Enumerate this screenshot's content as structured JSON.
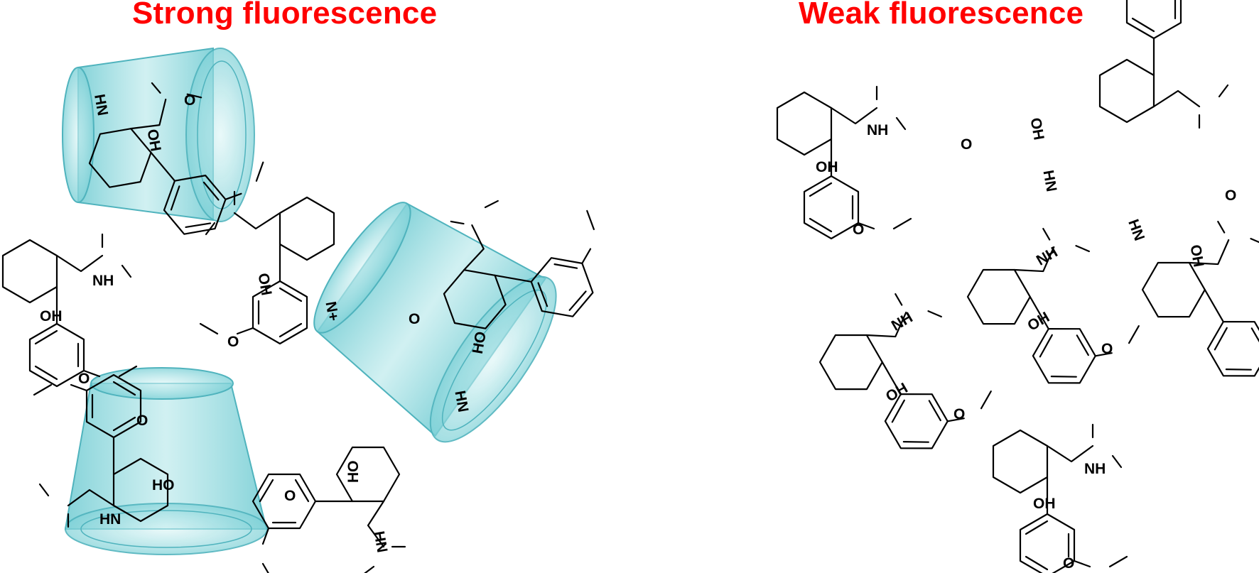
{
  "titles": {
    "left": "Strong fluorescence",
    "right": "Weak fluorescence"
  },
  "colors": {
    "title": "#ff0000",
    "cyclodextrin_fill": "#7fd3d8",
    "cyclodextrin_edge": "#4fb3bd",
    "bond": "#000000"
  },
  "atom_labels": {
    "amine": "NH",
    "amine_flipped": "HN",
    "amine_protonated": "N+",
    "hydroxyl": "OH",
    "hydroxyl_flipped": "HO",
    "methoxy": "O"
  },
  "groups": {
    "strong": {
      "cyclodextrin_count": 3,
      "free_molecule_count": 3
    },
    "weak": {
      "free_molecule_count": 7
    }
  }
}
